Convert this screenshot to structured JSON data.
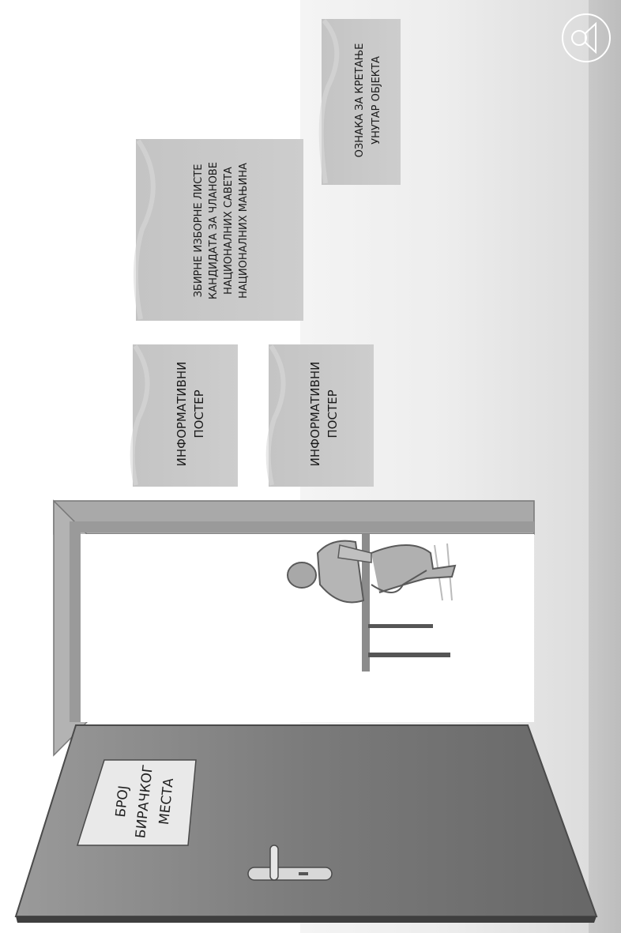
{
  "diagram": {
    "orientation": "rotated-90-ccw",
    "posters": {
      "info_poster_1": [
        "ИНФОРМАТИВНИ",
        "ПОСТЕР"
      ],
      "info_poster_2": [
        "ИНФОРМАТИВНИ",
        "ПОСТЕР"
      ],
      "candidate_lists": [
        "ЗБИРНЕ ИЗБОРНЕ ЛИСТЕ",
        "КАНДИДАТА ЗА ЧЛАНОВЕ",
        "НАЦИОНАЛНИХ САВЕТА",
        "НАЦИОНАЛНИХ  МАЊИНА"
      ],
      "movement_sign": [
        "ОЗНАКА ЗА КРЕТАЊЕ",
        "УНУТАР ОБЈЕКТА"
      ]
    },
    "door_sign": [
      "БРОЈ",
      "БИРАЧКОГ",
      "МЕСТА"
    ],
    "icon": "person-with-speaker-icon",
    "colors": {
      "wall": "#e6e6e6",
      "floor_shadow": "#b9b9b9",
      "door": "#777777",
      "poster": "#c7c7c7",
      "frame": "#a6a6a6"
    }
  }
}
